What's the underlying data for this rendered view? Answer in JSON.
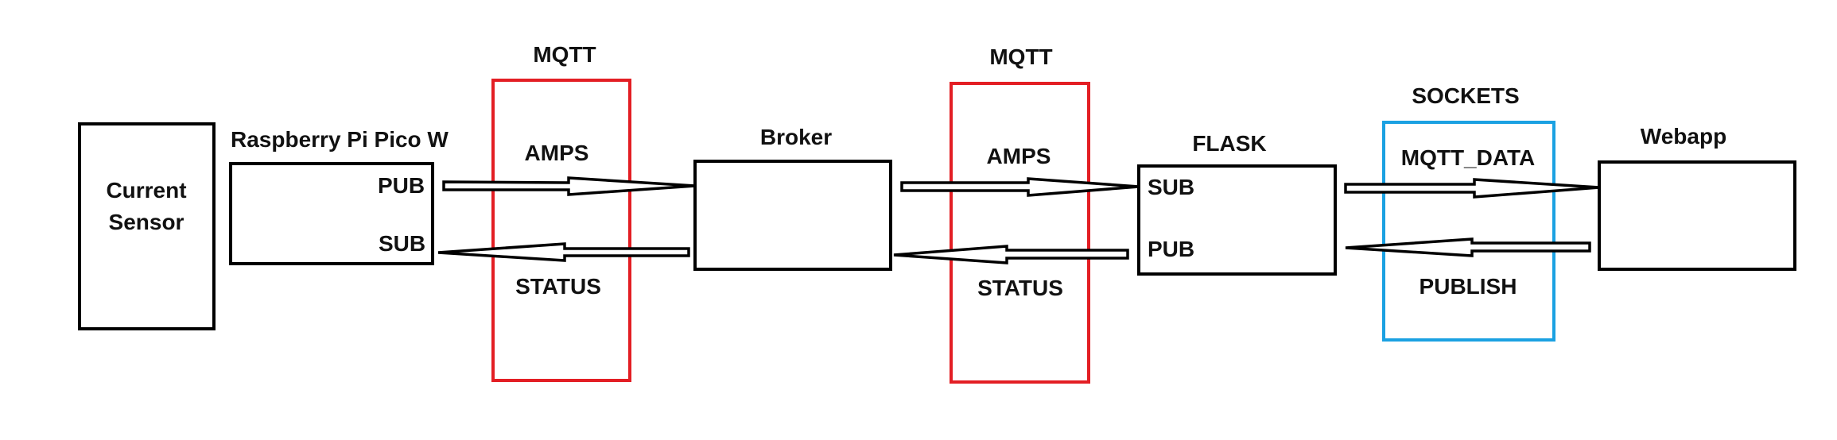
{
  "colors": {
    "mqtt": "#e31e24",
    "sockets": "#1ba1e2",
    "stroke": "#000000",
    "text": "#111111"
  },
  "nodes": {
    "current_sensor": {
      "line1": "Current",
      "line2": "Sensor"
    },
    "pico": {
      "title": "Raspberry Pi Pico W",
      "pub": "PUB",
      "sub": "SUB"
    },
    "broker": {
      "title": "Broker"
    },
    "flask": {
      "title": "FLASK",
      "sub": "SUB",
      "pub": "PUB"
    },
    "webapp": {
      "title": "Webapp"
    }
  },
  "groups": {
    "mqtt_1": {
      "title": "MQTT",
      "forward": "AMPS",
      "back": "STATUS"
    },
    "mqtt_2": {
      "title": "MQTT",
      "forward": "AMPS",
      "back": "STATUS"
    },
    "sockets": {
      "title": "SOCKETS",
      "forward": "MQTT_DATA",
      "back": "PUBLISH"
    }
  }
}
